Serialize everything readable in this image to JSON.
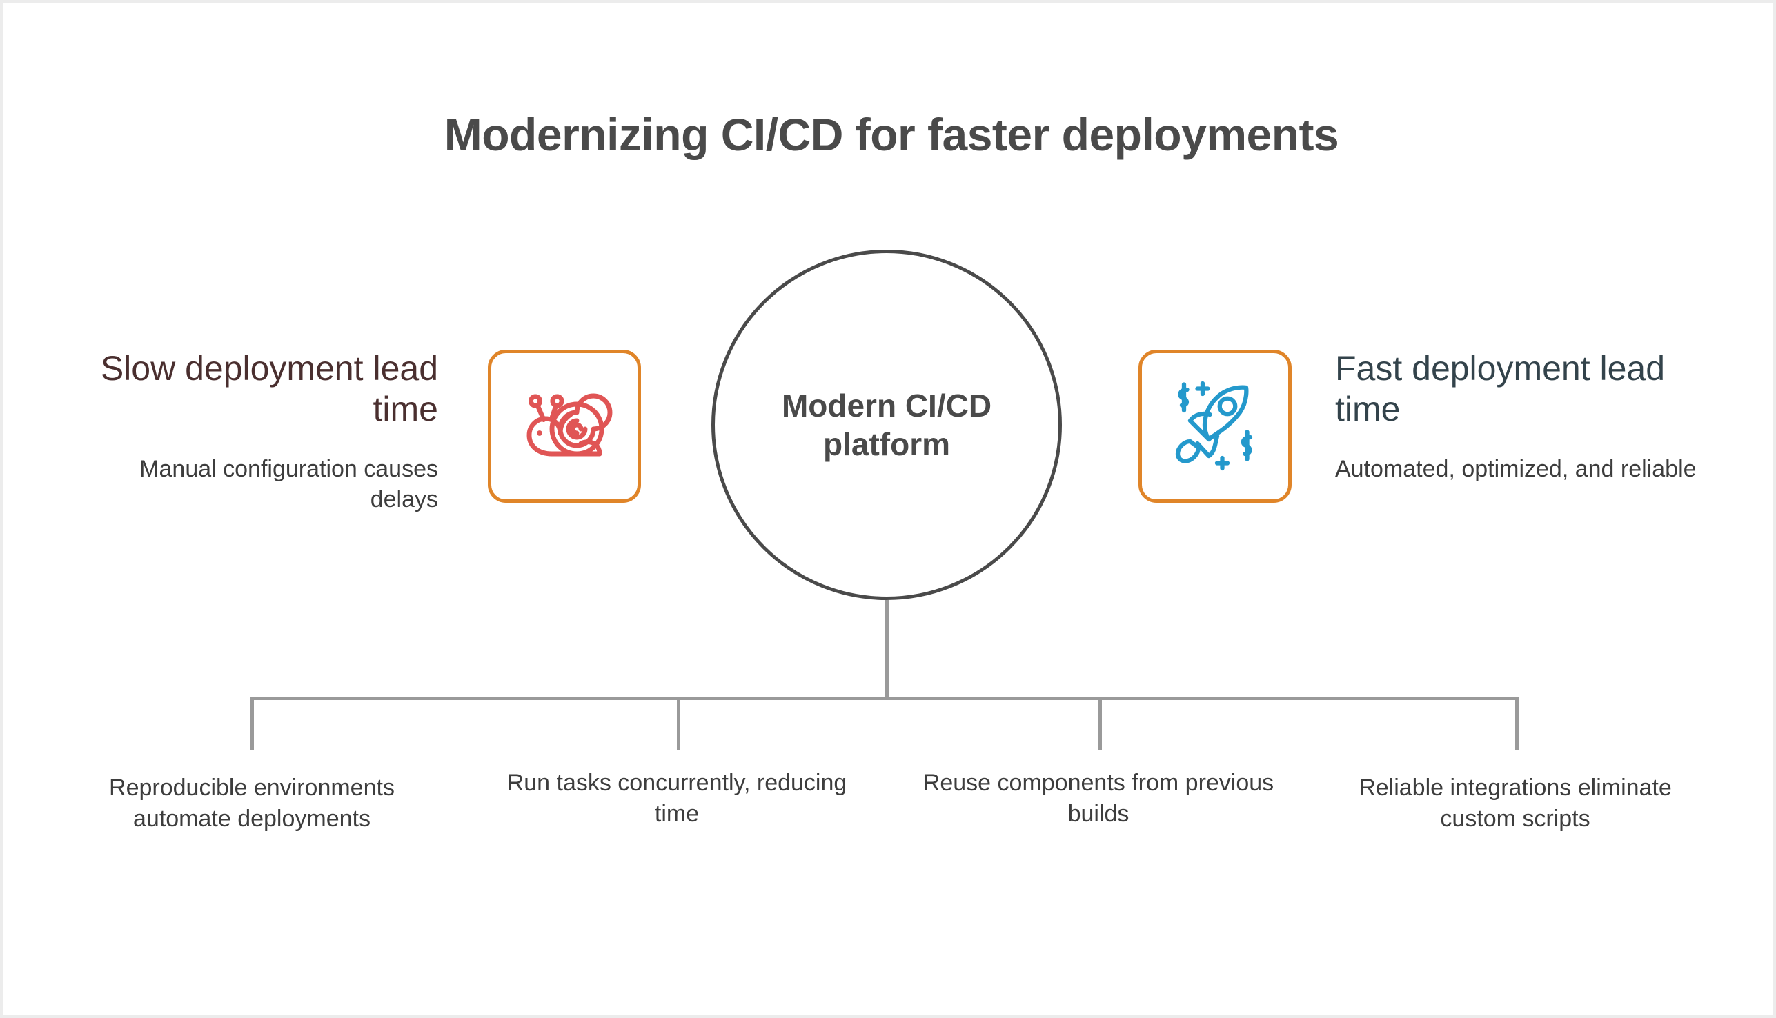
{
  "title": "Modernizing CI/CD for faster deployments",
  "hub": {
    "label": "Modern CI/CD platform"
  },
  "sides": {
    "left": {
      "heading": "Slow deployment lead time",
      "subtitle": "Manual configuration causes delays",
      "icon": "snail-icon",
      "icon_color": "#e05555",
      "tile_border_color": "#e08529",
      "heading_color": "#4a2f2f"
    },
    "right": {
      "heading": "Fast deployment lead time",
      "subtitle": "Automated, optimized, and reliable",
      "icon": "rocket-money-icon",
      "icon_color": "#2499cc",
      "tile_border_color": "#e08529",
      "heading_color": "#33434b"
    }
  },
  "branches": [
    {
      "label": "Reproducible environments automate deployments"
    },
    {
      "label": "Run tasks concurrently, reducing time"
    },
    {
      "label": "Reuse components from previous builds"
    },
    {
      "label": "Reliable integrations eliminate custom scripts"
    }
  ],
  "colors": {
    "title": "#4a4a4a",
    "connector": "#9a9a9a",
    "hub_stroke": "#4a4a4a",
    "body_text": "#3d3d3d",
    "canvas_border": "#ececec",
    "background": "#ffffff"
  }
}
